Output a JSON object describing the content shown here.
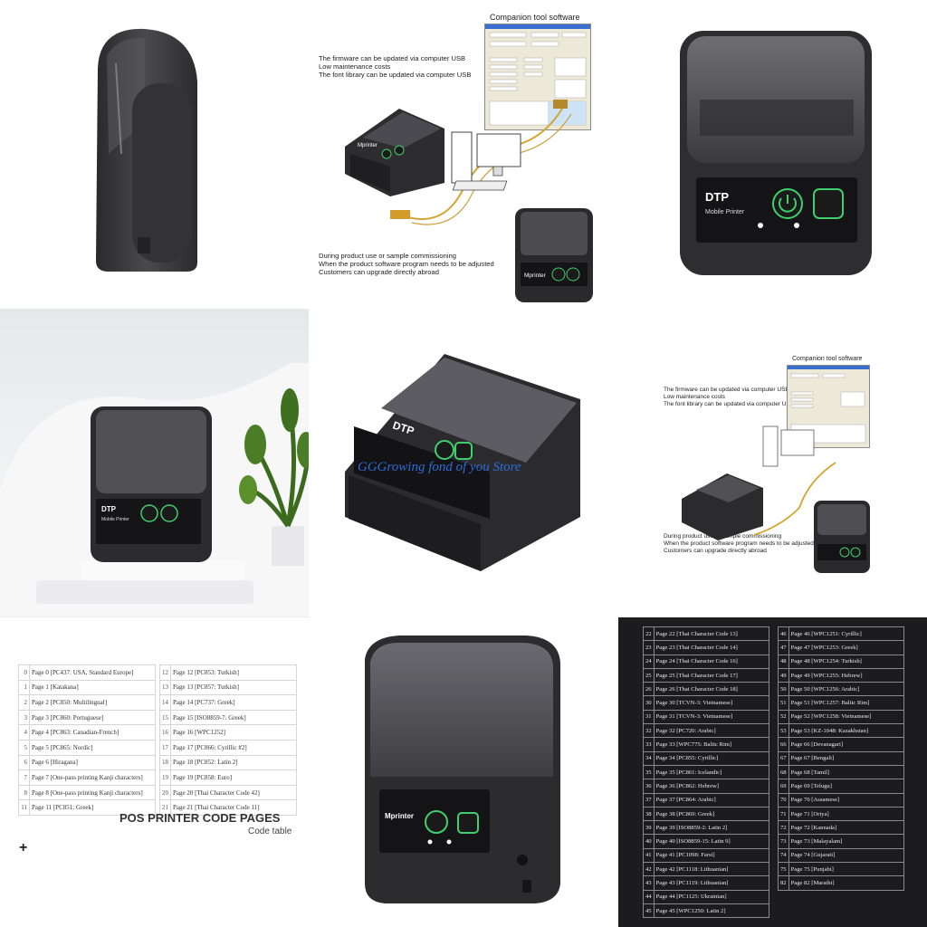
{
  "brand": {
    "dtp_logo": "DTP",
    "dtp_subtitle": "Mobile Printer",
    "mprinter_logo": "Mprinter"
  },
  "feature_panel": {
    "title": "Companion tool software",
    "line1": "The firmware can be updated via computer USB",
    "line2": "Low maintenance costs",
    "line3": "The font library can be updated via computer USB",
    "line4": "During product use or sample commissioning",
    "line5": "When the product software program needs to be adjusted",
    "line6": "Customers can upgrade directly abroad"
  },
  "watermark": "GGGrowing fond of you Store",
  "code_pages": {
    "heading": "POS PRINTER CODE PAGES",
    "subheading": "Code table",
    "plus": "+",
    "left_col1": [
      [
        "0",
        "Page 0 [PC437: USA, Standard Europe]"
      ],
      [
        "1",
        "Page 1 [Katakana]"
      ],
      [
        "2",
        "Page 2 [PC850: Multilingual]"
      ],
      [
        "3",
        "Page 3 [PC860: Portuguese]"
      ],
      [
        "4",
        "Page 4 [PC863: Canadian-French]"
      ],
      [
        "5",
        "Page 5 [PC865: Nordic]"
      ],
      [
        "6",
        "Page 6 [Hiragana]"
      ],
      [
        "7",
        "Page 7 [One-pass printing Kanji characters]"
      ],
      [
        "8",
        "Page 8 [One-pass printing Kanji characters]"
      ],
      [
        "11",
        "Page 11 [PC851: Greek]"
      ]
    ],
    "left_col2": [
      [
        "12",
        "Page 12 [PC853: Turkish]"
      ],
      [
        "13",
        "Page 13 [PC857: Turkish]"
      ],
      [
        "14",
        "Page 14 [PC737: Greek]"
      ],
      [
        "15",
        "Page 15 [ISO8859-7: Greek]"
      ],
      [
        "16",
        "Page 16 [WPC1252]"
      ],
      [
        "17",
        "Page 17 [PC866: Cyrillic #2]"
      ],
      [
        "18",
        "Page 18 [PC852: Latin 2]"
      ],
      [
        "19",
        "Page 19 [PC858: Euro]"
      ],
      [
        "20",
        "Page 20 [Thai Character Code 42]"
      ],
      [
        "21",
        "Page 21 [Thai Character Code 11]"
      ]
    ],
    "right_col1": [
      [
        "22",
        "Page 22 [Thai Character Code 13]"
      ],
      [
        "23",
        "Page 23 [Thai Character Code 14]"
      ],
      [
        "24",
        "Page 24 [Thai Character Code 16]"
      ],
      [
        "25",
        "Page 25 [Thai Character Code 17]"
      ],
      [
        "26",
        "Page 26 [Thai Character Code 18]"
      ],
      [
        "30",
        "Page 30 [TCVN-3: Vietnamese]"
      ],
      [
        "31",
        "Page 31 [TCVN-3: Vietnamese]"
      ],
      [
        "32",
        "Page 32 [PC720: Arabic]"
      ],
      [
        "33",
        "Page 33 [WPC775: Baltic Rim]"
      ],
      [
        "34",
        "Page 34 [PC855: Cyrillic]"
      ],
      [
        "35",
        "Page 35 [PC861: Icelandic]"
      ],
      [
        "36",
        "Page 36 [PC862: Hebrew]"
      ],
      [
        "37",
        "Page 37 [PC864: Arabic]"
      ],
      [
        "38",
        "Page 38 [PC869: Greek]"
      ],
      [
        "39",
        "Page 39 [ISO8859-2: Latin 2]"
      ],
      [
        "40",
        "Page 40 [ISO8859-15: Latin 9]"
      ],
      [
        "41",
        "Page 41 [PC1098: Farsi]"
      ],
      [
        "42",
        "Page 42 [PC1118: Lithuanian]"
      ],
      [
        "43",
        "Page 43 [PC1119: Lithuanian]"
      ],
      [
        "44",
        "Page 44 [PC1125: Ukrainian]"
      ],
      [
        "45",
        "Page 45 [WPC1250: Latin 2]"
      ]
    ],
    "right_col2": [
      [
        "46",
        "Page 46 [WPC1251: Cyrillic]"
      ],
      [
        "47",
        "Page 47 [WPC1253: Greek]"
      ],
      [
        "48",
        "Page 48 [WPC1254: Turkish]"
      ],
      [
        "49",
        "Page 49 [WPC1255: Hebrew]"
      ],
      [
        "50",
        "Page 50 [WPC1256: Arabic]"
      ],
      [
        "51",
        "Page 51 [WPC1257: Baltic Rim]"
      ],
      [
        "52",
        "Page 52 [WPC1258: Vietnamese]"
      ],
      [
        "53",
        "Page 53 [KZ-1048: Kazakhstan]"
      ],
      [
        "66",
        "Page 66 [Devanagari]"
      ],
      [
        "67",
        "Page 67 [Bengali]"
      ],
      [
        "68",
        "Page 68 [Tamil]"
      ],
      [
        "69",
        "Page 69 [Telugu]"
      ],
      [
        "70",
        "Page 70 [Assamese]"
      ],
      [
        "71",
        "Page 71 [Oriya]"
      ],
      [
        "72",
        "Page 72 [Kannada]"
      ],
      [
        "73",
        "Page 73 [Malayalam]"
      ],
      [
        "74",
        "Page 74 [Gujarati]"
      ],
      [
        "75",
        "Page 75 [Punjabi]"
      ],
      [
        "82",
        "Page 82 [Marathi]"
      ]
    ]
  },
  "icons": [
    "power-icon",
    "paper-feed-icon",
    "usb-cable-icon",
    "computer-icon",
    "plant-icon",
    "plus-icon"
  ]
}
